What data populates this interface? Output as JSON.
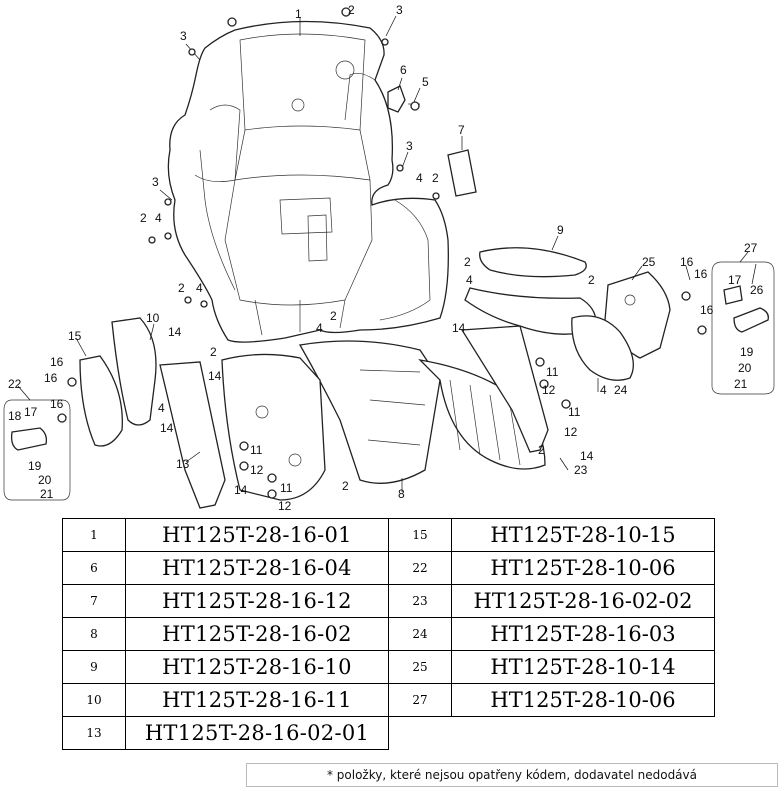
{
  "diagram": {
    "callouts": [
      {
        "id": "c1",
        "label": "1"
      },
      {
        "id": "c2a",
        "label": "2"
      },
      {
        "id": "c3a",
        "label": "3"
      },
      {
        "id": "c3b",
        "label": "3"
      },
      {
        "id": "c6",
        "label": "6"
      },
      {
        "id": "c5",
        "label": "5"
      },
      {
        "id": "c7",
        "label": "7"
      },
      {
        "id": "c3c",
        "label": "3"
      },
      {
        "id": "c4a",
        "label": "4"
      },
      {
        "id": "c2b",
        "label": "2"
      },
      {
        "id": "c3d",
        "label": "3"
      },
      {
        "id": "c2c",
        "label": "2"
      },
      {
        "id": "c4b",
        "label": "4"
      },
      {
        "id": "c9",
        "label": "9"
      },
      {
        "id": "c27",
        "label": "27"
      },
      {
        "id": "c25",
        "label": "25"
      },
      {
        "id": "c16a",
        "label": "16"
      },
      {
        "id": "c16b",
        "label": "16"
      },
      {
        "id": "c17a",
        "label": "17"
      },
      {
        "id": "c26",
        "label": "26"
      },
      {
        "id": "c16c",
        "label": "16"
      },
      {
        "id": "c19a",
        "label": "19"
      },
      {
        "id": "c20a",
        "label": "20"
      },
      {
        "id": "c21a",
        "label": "21"
      },
      {
        "id": "c24",
        "label": "24"
      },
      {
        "id": "c4c",
        "label": "4"
      },
      {
        "id": "c15",
        "label": "15"
      },
      {
        "id": "c10",
        "label": "10"
      },
      {
        "id": "c14a",
        "label": "14"
      },
      {
        "id": "c14b",
        "label": "14"
      },
      {
        "id": "c14c",
        "label": "14"
      },
      {
        "id": "c11a",
        "label": "11"
      },
      {
        "id": "c12a",
        "label": "12"
      },
      {
        "id": "c11b",
        "label": "11"
      },
      {
        "id": "c12b",
        "label": "12"
      },
      {
        "id": "c23",
        "label": "23"
      },
      {
        "id": "c2d",
        "label": "2"
      },
      {
        "id": "c14d",
        "label": "14"
      },
      {
        "id": "c8",
        "label": "8"
      },
      {
        "id": "c2e",
        "label": "2"
      },
      {
        "id": "c12c",
        "label": "12"
      },
      {
        "id": "c11c",
        "label": "11"
      },
      {
        "id": "c11d",
        "label": "11"
      },
      {
        "id": "c12d",
        "label": "12"
      },
      {
        "id": "c13",
        "label": "13"
      },
      {
        "id": "c14e",
        "label": "14"
      },
      {
        "id": "c16d",
        "label": "16"
      },
      {
        "id": "c16e",
        "label": "16"
      },
      {
        "id": "c16f",
        "label": "16"
      },
      {
        "id": "c22",
        "label": "22"
      },
      {
        "id": "c18",
        "label": "18"
      },
      {
        "id": "c17b",
        "label": "17"
      },
      {
        "id": "c19b",
        "label": "19"
      },
      {
        "id": "c20b",
        "label": "20"
      },
      {
        "id": "c21b",
        "label": "21"
      },
      {
        "id": "c4d",
        "label": "4"
      },
      {
        "id": "c2f",
        "label": "2"
      },
      {
        "id": "c2g",
        "label": "2"
      },
      {
        "id": "c4e",
        "label": "4"
      },
      {
        "id": "c2h",
        "label": "2"
      },
      {
        "id": "c4f",
        "label": "4"
      },
      {
        "id": "c2i",
        "label": "2"
      },
      {
        "id": "c14f",
        "label": "14"
      },
      {
        "id": "c2j",
        "label": "2"
      },
      {
        "id": "c4g",
        "label": "4"
      }
    ]
  },
  "parts_table": {
    "left": [
      {
        "no": "1",
        "code": "HT125T-28-16-01"
      },
      {
        "no": "6",
        "code": "HT125T-28-16-04"
      },
      {
        "no": "7",
        "code": "HT125T-28-16-12"
      },
      {
        "no": "8",
        "code": "HT125T-28-16-02"
      },
      {
        "no": "9",
        "code": "HT125T-28-16-10"
      },
      {
        "no": "10",
        "code": "HT125T-28-16-11"
      },
      {
        "no": "13",
        "code": "HT125T-28-16-02-01"
      }
    ],
    "right": [
      {
        "no": "15",
        "code": "HT125T-28-10-15"
      },
      {
        "no": "22",
        "code": "HT125T-28-10-06"
      },
      {
        "no": "23",
        "code": "HT125T-28-16-02-02"
      },
      {
        "no": "24",
        "code": "HT125T-28-16-03"
      },
      {
        "no": "25",
        "code": "HT125T-28-10-14"
      },
      {
        "no": "27",
        "code": "HT125T-28-10-06"
      }
    ]
  },
  "footnote": "* položky, které nejsou opatřeny kódem, dodavatel nedodává"
}
